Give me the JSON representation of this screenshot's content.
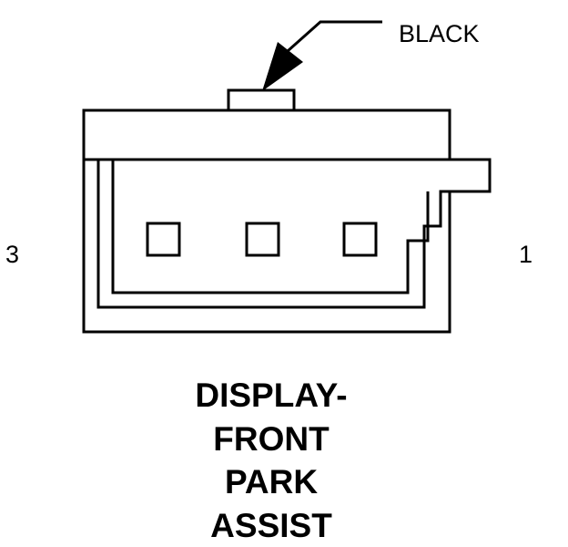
{
  "connector": {
    "color_label": "BLACK",
    "pin_left_label": "3",
    "pin_right_label": "1"
  },
  "title": {
    "lines": [
      "DISPLAY-",
      "FRONT",
      "PARK",
      "ASSIST"
    ]
  },
  "colors": {
    "ink": "#000000",
    "background": "#ffffff"
  }
}
